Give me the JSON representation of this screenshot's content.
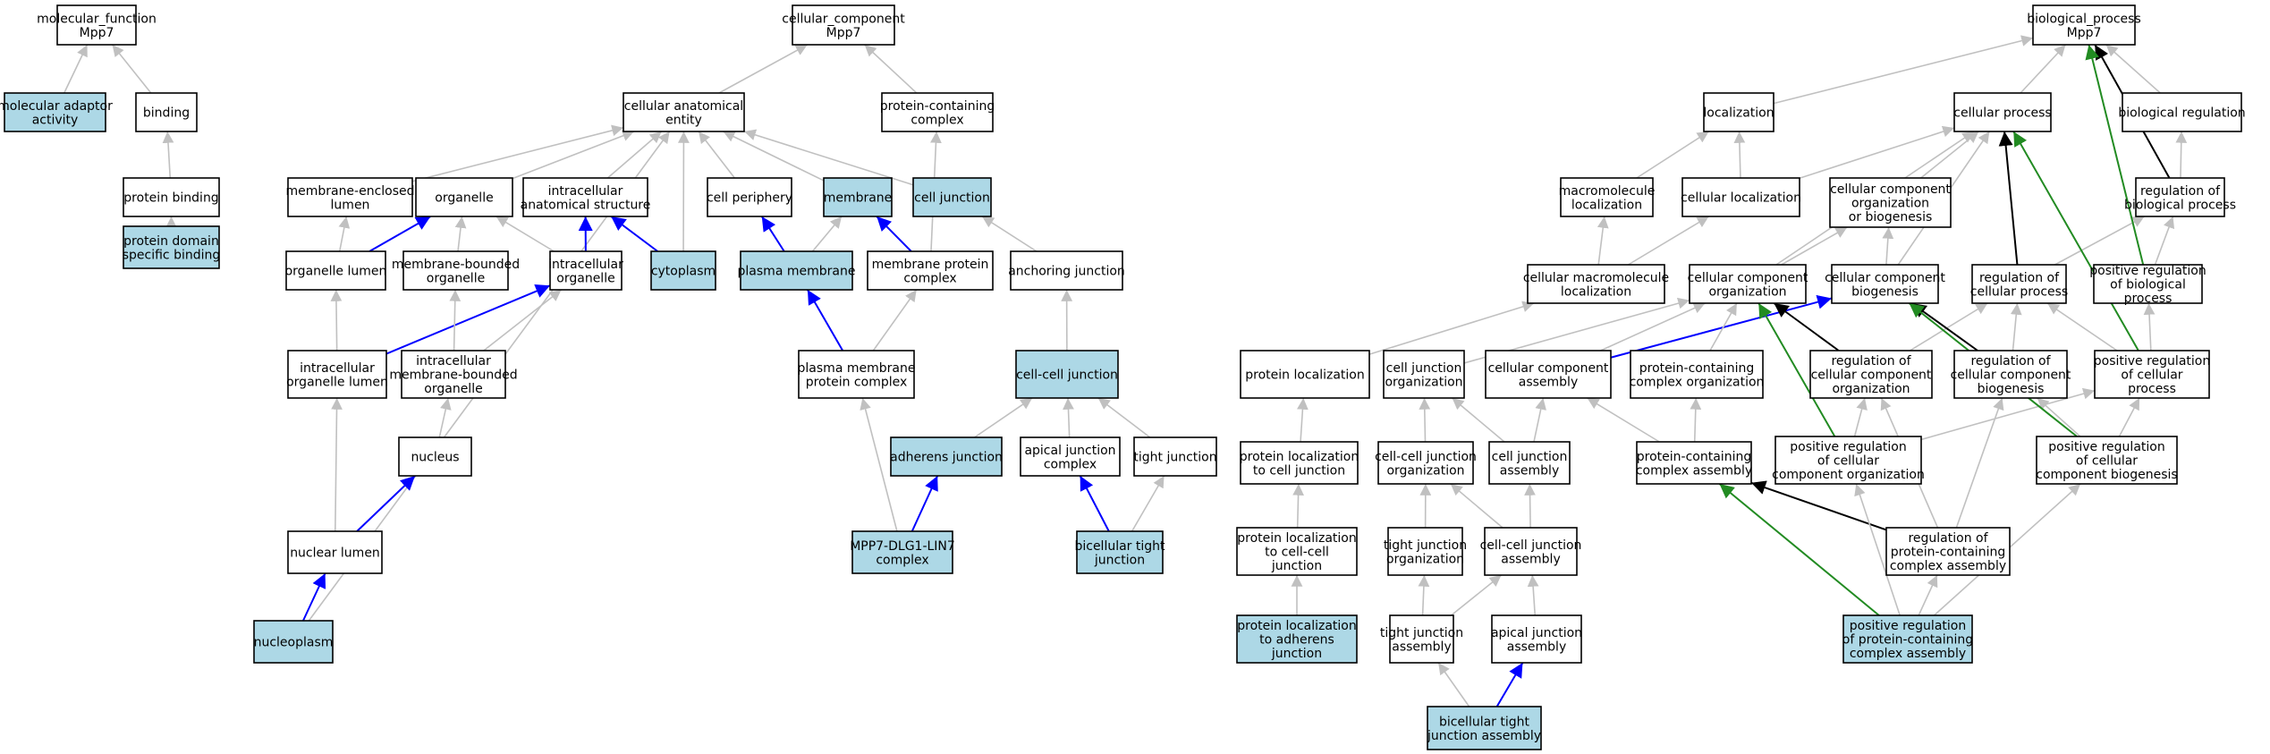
{
  "colors": {
    "highlight": "#add8e6",
    "plain": "#ffffff",
    "is_a": "#c0c0c0",
    "part_of": "#0000ff",
    "regulates": "#000000",
    "positively_regulates": "#228b22"
  },
  "nodes": [
    {
      "id": "mf",
      "lines": [
        "molecular_function",
        "Mpp7"
      ],
      "hl": false
    },
    {
      "id": "mol_adaptor",
      "lines": [
        "molecular adaptor",
        "activity"
      ],
      "hl": true
    },
    {
      "id": "binding",
      "lines": [
        "binding"
      ],
      "hl": false
    },
    {
      "id": "protein_binding",
      "lines": [
        "protein binding"
      ],
      "hl": false
    },
    {
      "id": "pdsb",
      "lines": [
        "protein domain",
        "specific binding"
      ],
      "hl": true
    },
    {
      "id": "cc",
      "lines": [
        "cellular_component",
        "Mpp7"
      ],
      "hl": false
    },
    {
      "id": "cae",
      "lines": [
        "cellular anatomical",
        "entity"
      ],
      "hl": false
    },
    {
      "id": "pcc",
      "lines": [
        "protein-containing",
        "complex"
      ],
      "hl": false
    },
    {
      "id": "mel",
      "lines": [
        "membrane-enclosed",
        "lumen"
      ],
      "hl": false
    },
    {
      "id": "organelle",
      "lines": [
        "organelle"
      ],
      "hl": false
    },
    {
      "id": "ias",
      "lines": [
        "intracellular",
        "anatomical structure"
      ],
      "hl": false
    },
    {
      "id": "periphery",
      "lines": [
        "cell periphery"
      ],
      "hl": false
    },
    {
      "id": "membrane",
      "lines": [
        "membrane"
      ],
      "hl": true
    },
    {
      "id": "celljunction",
      "lines": [
        "cell junction"
      ],
      "hl": true
    },
    {
      "id": "org_lumen",
      "lines": [
        "organelle lumen"
      ],
      "hl": false
    },
    {
      "id": "mbo",
      "lines": [
        "membrane-bounded",
        "organelle"
      ],
      "hl": false
    },
    {
      "id": "ico",
      "lines": [
        "intracellular",
        "organelle"
      ],
      "hl": false
    },
    {
      "id": "cytoplasm",
      "lines": [
        "cytoplasm"
      ],
      "hl": true
    },
    {
      "id": "pm",
      "lines": [
        "plasma membrane"
      ],
      "hl": true
    },
    {
      "id": "mpc",
      "lines": [
        "membrane protein",
        "complex"
      ],
      "hl": false
    },
    {
      "id": "anchoring",
      "lines": [
        "anchoring junction"
      ],
      "hl": false
    },
    {
      "id": "iol",
      "lines": [
        "intracellular",
        "organelle lumen"
      ],
      "hl": false
    },
    {
      "id": "imbo",
      "lines": [
        "intracellular",
        "membrane-bounded",
        "organelle"
      ],
      "hl": false
    },
    {
      "id": "pmpc",
      "lines": [
        "plasma membrane",
        "protein complex"
      ],
      "hl": false
    },
    {
      "id": "ccj",
      "lines": [
        "cell-cell junction"
      ],
      "hl": true
    },
    {
      "id": "nucleus",
      "lines": [
        "nucleus"
      ],
      "hl": false
    },
    {
      "id": "adherens",
      "lines": [
        "adherens junction"
      ],
      "hl": true
    },
    {
      "id": "ajc",
      "lines": [
        "apical junction",
        "complex"
      ],
      "hl": false
    },
    {
      "id": "tj",
      "lines": [
        "tight junction"
      ],
      "hl": false
    },
    {
      "id": "nuclear_lumen",
      "lines": [
        "nuclear lumen"
      ],
      "hl": false
    },
    {
      "id": "mpp7complex",
      "lines": [
        "MPP7-DLG1-LIN7",
        "complex"
      ],
      "hl": true
    },
    {
      "id": "btj",
      "lines": [
        "bicellular tight",
        "junction"
      ],
      "hl": true
    },
    {
      "id": "nucleoplasm",
      "lines": [
        "nucleoplasm"
      ],
      "hl": true
    },
    {
      "id": "bp",
      "lines": [
        "biological_process",
        "Mpp7"
      ],
      "hl": false
    },
    {
      "id": "localization",
      "lines": [
        "localization"
      ],
      "hl": false
    },
    {
      "id": "cproc",
      "lines": [
        "cellular process"
      ],
      "hl": false
    },
    {
      "id": "breg",
      "lines": [
        "biological regulation"
      ],
      "hl": false
    },
    {
      "id": "mml",
      "lines": [
        "macromolecule",
        "localization"
      ],
      "hl": false
    },
    {
      "id": "cloc",
      "lines": [
        "cellular localization"
      ],
      "hl": false
    },
    {
      "id": "ccob",
      "lines": [
        "cellular component",
        "organization",
        "or biogenesis"
      ],
      "hl": false
    },
    {
      "id": "rbp",
      "lines": [
        "regulation of",
        "biological process"
      ],
      "hl": false
    },
    {
      "id": "cml",
      "lines": [
        "cellular macromolecule",
        "localization"
      ],
      "hl": false
    },
    {
      "id": "cco",
      "lines": [
        "cellular component",
        "organization"
      ],
      "hl": false
    },
    {
      "id": "ccb",
      "lines": [
        "cellular component",
        "biogenesis"
      ],
      "hl": false
    },
    {
      "id": "rcp",
      "lines": [
        "regulation of",
        "cellular process"
      ],
      "hl": false
    },
    {
      "id": "prbp",
      "lines": [
        "positive regulation",
        "of biological",
        "process"
      ],
      "hl": false
    },
    {
      "id": "ploc",
      "lines": [
        "protein localization"
      ],
      "hl": false
    },
    {
      "id": "cjo",
      "lines": [
        "cell junction",
        "organization"
      ],
      "hl": false
    },
    {
      "id": "cca",
      "lines": [
        "cellular component",
        "assembly"
      ],
      "hl": false
    },
    {
      "id": "pcco",
      "lines": [
        "protein-containing",
        "complex organization"
      ],
      "hl": false
    },
    {
      "id": "rcco",
      "lines": [
        "regulation of",
        "cellular component",
        "organization"
      ],
      "hl": false
    },
    {
      "id": "rccb",
      "lines": [
        "regulation of",
        "cellular component",
        "biogenesis"
      ],
      "hl": false
    },
    {
      "id": "prcp",
      "lines": [
        "positive regulation",
        "of cellular",
        "process"
      ],
      "hl": false
    },
    {
      "id": "plcj",
      "lines": [
        "protein localization",
        "to cell junction"
      ],
      "hl": false
    },
    {
      "id": "ccjo",
      "lines": [
        "cell-cell junction",
        "organization"
      ],
      "hl": false
    },
    {
      "id": "cja",
      "lines": [
        "cell junction",
        "assembly"
      ],
      "hl": false
    },
    {
      "id": "pcca",
      "lines": [
        "protein-containing",
        "complex assembly"
      ],
      "hl": false
    },
    {
      "id": "prcco",
      "lines": [
        "positive regulation",
        "of cellular",
        "component organization"
      ],
      "hl": false
    },
    {
      "id": "prccb",
      "lines": [
        "positive regulation",
        "of cellular",
        "component biogenesis"
      ],
      "hl": false
    },
    {
      "id": "plccj",
      "lines": [
        "protein localization",
        "to cell-cell",
        "junction"
      ],
      "hl": false
    },
    {
      "id": "tjo",
      "lines": [
        "tight junction",
        "organization"
      ],
      "hl": false
    },
    {
      "id": "ccja",
      "lines": [
        "cell-cell junction",
        "assembly"
      ],
      "hl": false
    },
    {
      "id": "rpcca",
      "lines": [
        "regulation of",
        "protein-containing",
        "complex assembly"
      ],
      "hl": false
    },
    {
      "id": "plaj",
      "lines": [
        "protein localization",
        "to adherens",
        "junction"
      ],
      "hl": true
    },
    {
      "id": "tja",
      "lines": [
        "tight junction",
        "assembly"
      ],
      "hl": false
    },
    {
      "id": "aja",
      "lines": [
        "apical junction",
        "assembly"
      ],
      "hl": false
    },
    {
      "id": "prpcca",
      "lines": [
        "positive regulation",
        "of protein-containing",
        "complex assembly"
      ],
      "hl": true
    },
    {
      "id": "btja",
      "lines": [
        "bicellular tight",
        "junction assembly"
      ],
      "hl": true
    }
  ],
  "edges": [
    [
      "mol_adaptor",
      "mf",
      "is_a"
    ],
    [
      "binding",
      "mf",
      "is_a"
    ],
    [
      "protein_binding",
      "binding",
      "is_a"
    ],
    [
      "pdsb",
      "protein_binding",
      "is_a"
    ],
    [
      "cae",
      "cc",
      "is_a"
    ],
    [
      "pcc",
      "cc",
      "is_a"
    ],
    [
      "mel",
      "cae",
      "is_a"
    ],
    [
      "organelle",
      "cae",
      "is_a"
    ],
    [
      "ias",
      "cae",
      "is_a"
    ],
    [
      "periphery",
      "cae",
      "is_a"
    ],
    [
      "membrane",
      "cae",
      "is_a"
    ],
    [
      "celljunction",
      "cae",
      "is_a"
    ],
    [
      "cytoplasm",
      "cae",
      "is_a"
    ],
    [
      "nucleoplasm",
      "cae",
      "is_a"
    ],
    [
      "org_lumen",
      "organelle",
      "part_of"
    ],
    [
      "org_lumen",
      "mel",
      "is_a"
    ],
    [
      "mbo",
      "organelle",
      "is_a"
    ],
    [
      "ico",
      "organelle",
      "is_a"
    ],
    [
      "ico",
      "ias",
      "part_of"
    ],
    [
      "cytoplasm",
      "ias",
      "part_of"
    ],
    [
      "pm",
      "periphery",
      "part_of"
    ],
    [
      "pm",
      "membrane",
      "is_a"
    ],
    [
      "mpc",
      "membrane",
      "part_of"
    ],
    [
      "mpc",
      "pcc",
      "is_a"
    ],
    [
      "anchoring",
      "celljunction",
      "is_a"
    ],
    [
      "iol",
      "org_lumen",
      "is_a"
    ],
    [
      "iol",
      "ico",
      "part_of"
    ],
    [
      "imbo",
      "mbo",
      "is_a"
    ],
    [
      "imbo",
      "ico",
      "is_a"
    ],
    [
      "pmpc",
      "pm",
      "part_of"
    ],
    [
      "pmpc",
      "mpc",
      "is_a"
    ],
    [
      "ccj",
      "anchoring",
      "is_a"
    ],
    [
      "nucleus",
      "imbo",
      "is_a"
    ],
    [
      "adherens",
      "ccj",
      "is_a"
    ],
    [
      "ajc",
      "ccj",
      "is_a"
    ],
    [
      "tj",
      "ccj",
      "is_a"
    ],
    [
      "nuclear_lumen",
      "iol",
      "is_a"
    ],
    [
      "nuclear_lumen",
      "nucleus",
      "part_of"
    ],
    [
      "mpp7complex",
      "adherens",
      "part_of"
    ],
    [
      "mpp7complex",
      "pmpc",
      "is_a"
    ],
    [
      "btj",
      "ajc",
      "part_of"
    ],
    [
      "btj",
      "tj",
      "is_a"
    ],
    [
      "nucleoplasm",
      "nuclear_lumen",
      "part_of"
    ],
    [
      "localization",
      "bp",
      "is_a"
    ],
    [
      "cproc",
      "bp",
      "is_a"
    ],
    [
      "breg",
      "bp",
      "is_a"
    ],
    [
      "mml",
      "localization",
      "is_a"
    ],
    [
      "cloc",
      "localization",
      "is_a"
    ],
    [
      "cloc",
      "cproc",
      "is_a"
    ],
    [
      "ccob",
      "cproc",
      "is_a"
    ],
    [
      "rbp",
      "breg",
      "is_a"
    ],
    [
      "rbp",
      "bp",
      "regulates"
    ],
    [
      "cml",
      "mml",
      "is_a"
    ],
    [
      "cml",
      "cloc",
      "is_a"
    ],
    [
      "cco",
      "ccob",
      "is_a"
    ],
    [
      "cco",
      "cproc",
      "is_a"
    ],
    [
      "ccb",
      "ccob",
      "is_a"
    ],
    [
      "ccb",
      "cproc",
      "is_a"
    ],
    [
      "rcp",
      "rbp",
      "is_a"
    ],
    [
      "rcp",
      "cproc",
      "regulates"
    ],
    [
      "prbp",
      "rbp",
      "is_a"
    ],
    [
      "prbp",
      "bp",
      "positively_regulates"
    ],
    [
      "ploc",
      "cml",
      "is_a"
    ],
    [
      "cjo",
      "cco",
      "is_a"
    ],
    [
      "cca",
      "ccb",
      "part_of"
    ],
    [
      "cca",
      "cco",
      "is_a"
    ],
    [
      "pcco",
      "cco",
      "is_a"
    ],
    [
      "rcco",
      "rcp",
      "is_a"
    ],
    [
      "rcco",
      "cco",
      "regulates"
    ],
    [
      "rccb",
      "rcp",
      "is_a"
    ],
    [
      "rccb",
      "ccb",
      "regulates"
    ],
    [
      "prcp",
      "rcp",
      "is_a"
    ],
    [
      "prcp",
      "prbp",
      "is_a"
    ],
    [
      "prcp",
      "cproc",
      "positively_regulates"
    ],
    [
      "plcj",
      "ploc",
      "is_a"
    ],
    [
      "ccjo",
      "cjo",
      "is_a"
    ],
    [
      "cja",
      "cjo",
      "is_a"
    ],
    [
      "cja",
      "cca",
      "is_a"
    ],
    [
      "pcca",
      "pcco",
      "is_a"
    ],
    [
      "pcca",
      "cca",
      "is_a"
    ],
    [
      "prcco",
      "rcco",
      "is_a"
    ],
    [
      "prcco",
      "prcp",
      "is_a"
    ],
    [
      "prcco",
      "cco",
      "positively_regulates"
    ],
    [
      "prccb",
      "rccb",
      "is_a"
    ],
    [
      "prccb",
      "prcp",
      "is_a"
    ],
    [
      "prccb",
      "ccb",
      "positively_regulates"
    ],
    [
      "plccj",
      "plcj",
      "is_a"
    ],
    [
      "tjo",
      "ccjo",
      "is_a"
    ],
    [
      "ccja",
      "ccjo",
      "is_a"
    ],
    [
      "ccja",
      "cja",
      "is_a"
    ],
    [
      "rpcca",
      "rccb",
      "is_a"
    ],
    [
      "rpcca",
      "rcco",
      "is_a"
    ],
    [
      "rpcca",
      "pcca",
      "regulates"
    ],
    [
      "plaj",
      "plccj",
      "is_a"
    ],
    [
      "tja",
      "tjo",
      "is_a"
    ],
    [
      "tja",
      "ccja",
      "is_a"
    ],
    [
      "aja",
      "ccja",
      "is_a"
    ],
    [
      "prpcca",
      "rpcca",
      "is_a"
    ],
    [
      "prpcca",
      "prcco",
      "is_a"
    ],
    [
      "prpcca",
      "prccb",
      "is_a"
    ],
    [
      "prpcca",
      "pcca",
      "positively_regulates"
    ],
    [
      "btja",
      "tja",
      "is_a"
    ],
    [
      "btja",
      "aja",
      "part_of"
    ]
  ]
}
